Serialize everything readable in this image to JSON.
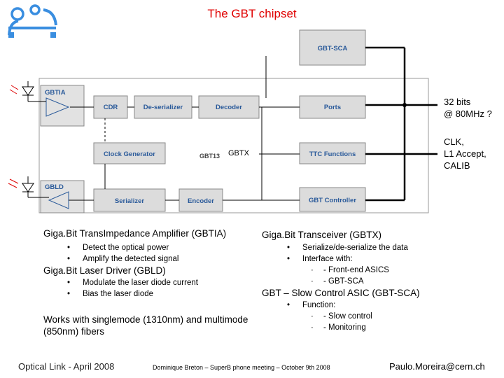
{
  "slide": {
    "title": "The GBT chipset"
  },
  "diagram": {
    "blocks": {
      "gbt_sca": "GBT-SCA",
      "gbtia": "GBTIA",
      "cdr": "CDR",
      "deserializer": "De-serializer",
      "decoder": "Decoder",
      "ports": "Ports",
      "clock_generator": "Clock Generator",
      "gbt13": "GBT13",
      "gbtx": "GBTX",
      "ttc_functions": "TTC Functions",
      "gbld": "GBLD",
      "serializer": "Serializer",
      "encoder": "Encoder",
      "gbt_controller": "GBT Controller"
    },
    "annotations": {
      "bits_line1": "32 bits",
      "bits_line2": "@ 80MHz ?",
      "clk_line1": "CLK,",
      "clk_line2": "L1 Accept,",
      "clk_line3": "CALIB"
    },
    "colors": {
      "block_fill": "#dcdcdc",
      "block_border": "#888888",
      "block_text": "#2a5a9a",
      "bus_line": "#000000"
    }
  },
  "left_text": {
    "gbtia_heading": "Giga.Bit TransImpedance Amplifier (GBTIA)",
    "gbtia_items": [
      "Detect the optical power",
      "Amplify the detected signal"
    ],
    "gbld_heading": "Giga.Bit Laser Driver (GBLD)",
    "gbld_items": [
      "Modulate the laser diode current",
      "Bias the laser diode"
    ],
    "note_line1": "Works with singlemode (1310nm) and multimode",
    "note_line2": "(850nm) fibers"
  },
  "right_text": {
    "gbtx_heading": "Giga.Bit Transceiver (GBTX)",
    "gbtx_items": [
      "Serialize/de-serialize the data",
      "Interface with:"
    ],
    "gbtx_subitems": [
      "- Front-end ASICS",
      "- GBT-SCA"
    ],
    "sca_heading": "GBT – Slow Control ASIC (GBT-SCA)",
    "sca_items": [
      "Function:"
    ],
    "sca_subitems": [
      "- Slow control",
      "- Monitoring"
    ]
  },
  "footer": {
    "left": "Optical Link - April 2008",
    "middle": "Dominique Breton – SuperB phone meeting – October 9th 2008",
    "right": "Paulo.Moreira@cern.ch"
  }
}
